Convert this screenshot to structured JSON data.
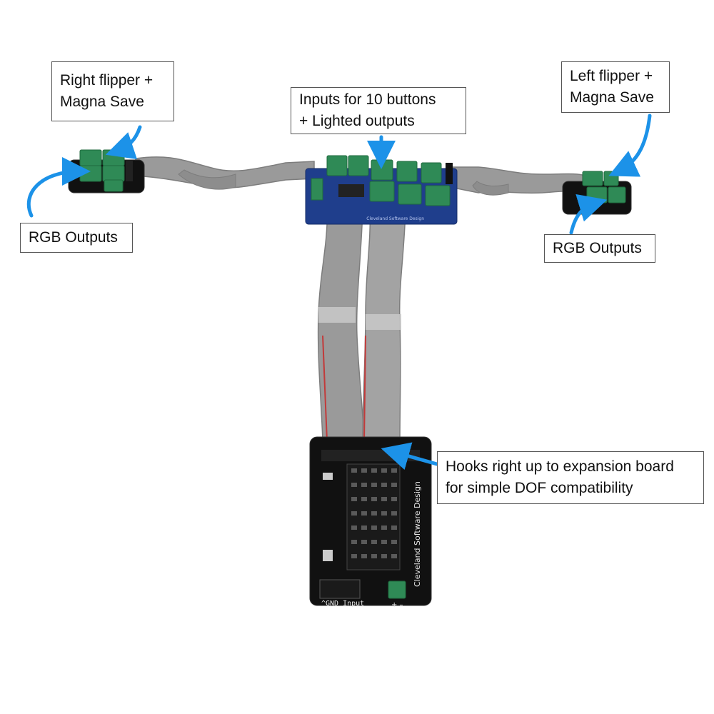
{
  "colors": {
    "arrow": "#1c92e8",
    "ribbon": "#9a9a9a",
    "ribbon_edge": "#7d7d7d",
    "pcb_blue": "#1f3e8c",
    "pcb_black": "#111111",
    "terminal_green": "#2f8a56"
  },
  "callouts": {
    "right_flipper": {
      "line1": "Right flipper +",
      "line2": "Magna Save"
    },
    "inputs": {
      "line1": "Inputs for 10 buttons",
      "line2": "+ Lighted outputs"
    },
    "left_flipper": {
      "line1": "Left flipper +",
      "line2": "Magna Save"
    },
    "rgb_left": {
      "line1": "RGB Outputs"
    },
    "rgb_right": {
      "line1": "RGB Outputs"
    },
    "expansion": {
      "line1": "Hooks right up to expansion board",
      "line2": "for simple DOF compatibility"
    }
  },
  "board_labels": {
    "center_brand": "Cleveland Software Design",
    "expansion_brand": "Cleveland Software Design",
    "gnd_input": "^GND Input",
    "terminal_polarity": "+ –"
  }
}
